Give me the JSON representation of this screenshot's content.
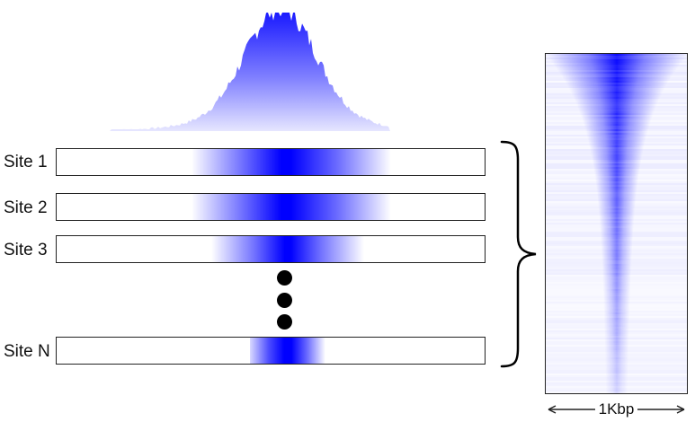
{
  "colors": {
    "signal": "#0000ff",
    "signal_light": "#b3b3ff",
    "outline": "#222222",
    "background": "#ffffff"
  },
  "sites": [
    {
      "label": "Site 1"
    },
    {
      "label": "Site 2"
    },
    {
      "label": "Site 3"
    },
    {
      "label": "Site N"
    }
  ],
  "ellipsis": {
    "dot_count": 3
  },
  "scale_bar": {
    "label": "1Kbp"
  }
}
